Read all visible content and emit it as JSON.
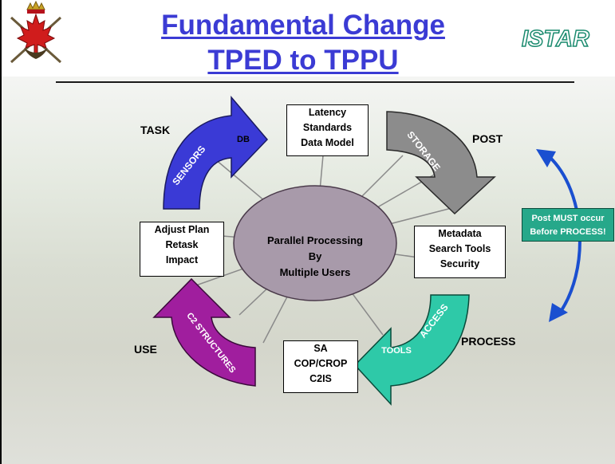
{
  "title": {
    "line1": "Fundamental Change",
    "line2": "TPED to TPPU"
  },
  "logo_right": "ISTAR",
  "stages": {
    "task": "TASK",
    "post": "POST",
    "process": "PROCESS",
    "use": "USE"
  },
  "arrows": {
    "sensors": {
      "label": "SENSORS",
      "sub": "DB",
      "color": "#3a3ad6"
    },
    "storage": {
      "label": "STORAGE",
      "color": "#8c8c8c"
    },
    "access": {
      "label": "ACCESS",
      "sub": "TOOLS",
      "color": "#2ec9a8"
    },
    "c2": {
      "label": "C2 STRUCTURES",
      "color": "#a01e9e"
    }
  },
  "center": {
    "lines": [
      "Parallel Processing",
      "By",
      "Multiple Users"
    ],
    "color": "#a89aaa"
  },
  "boxes": {
    "top": [
      "Latency",
      "Standards",
      "Data Model"
    ],
    "right": [
      "Metadata",
      "Search Tools",
      "Security"
    ],
    "bottom": [
      "SA",
      "COP/CROP",
      "C2IS"
    ],
    "left": [
      "Adjust Plan",
      "Retask",
      "Impact"
    ]
  },
  "note": [
    "Post MUST occur",
    "Before PROCESS!"
  ],
  "note_color": "#26a88a",
  "double_arrow_color": "#1a4fd0"
}
